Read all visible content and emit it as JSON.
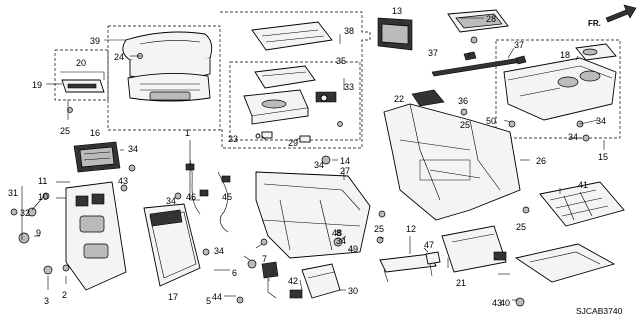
{
  "diagram": {
    "code": "SJCAB3740",
    "fr_label": "FR.",
    "callouts": [
      "1",
      "2",
      "3",
      "5",
      "6",
      "7",
      "8",
      "9",
      "10",
      "11",
      "12",
      "13",
      "14",
      "15",
      "16",
      "17",
      "18",
      "19",
      "20",
      "21",
      "22",
      "23",
      "24",
      "25",
      "25",
      "25",
      "25",
      "26",
      "27",
      "28",
      "29",
      "30",
      "31",
      "32",
      "33",
      "34",
      "34",
      "34",
      "34",
      "34",
      "34",
      "34",
      "35",
      "36",
      "37",
      "37",
      "38",
      "39",
      "40",
      "41",
      "42",
      "43",
      "43",
      "44",
      "45",
      "46",
      "47",
      "48",
      "49",
      "50"
    ]
  }
}
